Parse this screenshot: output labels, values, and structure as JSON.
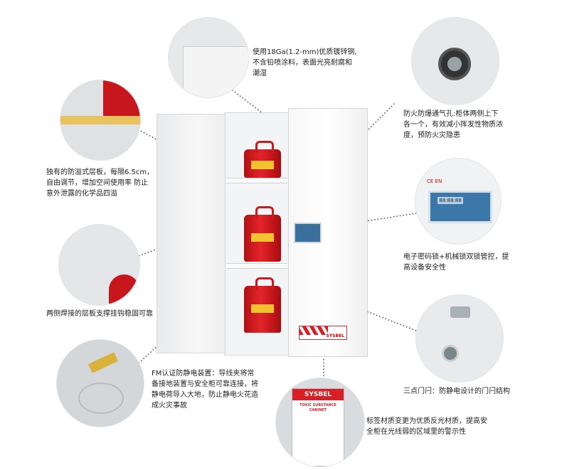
{
  "features": {
    "steel": {
      "lines": [
        "使用18Ga(1.2-mm)优质镀锌钢,",
        "不含铅喷涂料，表面光亮耐腐和",
        "潮湿"
      ]
    },
    "vent": {
      "lines": [
        "防火防爆通气孔:柜体两侧上下",
        "各一个，有效减小挥发性物质浓",
        "度，预防火灾隐患"
      ]
    },
    "shelf": {
      "lines": [
        "独有的防溢式层板，每隔6.5cm，",
        "自由调节，增加空间使用率 防止",
        "意外泄露的化学品四溢"
      ]
    },
    "lock": {
      "lines": [
        "电子密码锁+机械锁双锁管控，提",
        "高设备安全性"
      ]
    },
    "welded": {
      "lines": [
        "两侧焊接的层板支撑挂钩稳固可靠"
      ]
    },
    "latch": {
      "lines": [
        "三点门闩：防静电设计的门闩结构"
      ]
    },
    "grounding": {
      "lines": [
        "FM认证防静电装置：导线夹将常",
        "备接地装置与安全柜可靠连接，将",
        "静电荷导入大地，防止静电火花造",
        "成火灾事故"
      ]
    },
    "label_material": {
      "lines": [
        "标签材质变更为优质反光材质，提高安",
        "全柜在光线弱的区域里的警示性"
      ]
    }
  },
  "brand": {
    "strip_text": "SYSBEL",
    "label_brand": "SYSBEL",
    "label_title": "TOXIC SUBSTANCE",
    "label_subtitle": "CABINET"
  },
  "lock_panel": {
    "display": "88:88:88",
    "badge": "CE EN"
  },
  "colors": {
    "red": "#d81f26",
    "cabinet": "#f3f4f5",
    "keypad": "#3a6f9e",
    "dots": "#333333"
  }
}
